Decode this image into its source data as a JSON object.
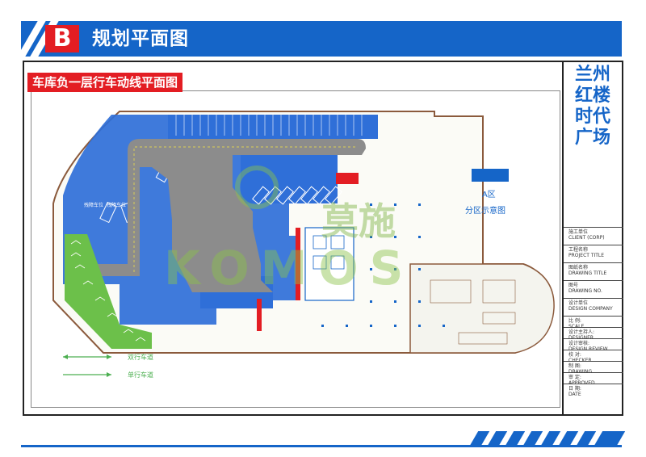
{
  "header": {
    "badge": "B",
    "title": "规划平面图"
  },
  "plan": {
    "title": "车库负一层行车动线平面图",
    "parking_labels": [
      "残障车位",
      "残障车位"
    ],
    "zone_label": "A区",
    "zone_caption": "分区示意图",
    "legend": [
      {
        "label": "双行车道"
      },
      {
        "label": "单行车道"
      }
    ],
    "watermark": {
      "brand_cn": "莫施",
      "brand_en": "KOMOS"
    }
  },
  "sidebar": {
    "project_name": "兰州红楼时代广场",
    "rows": [
      {
        "cn": "施工单位",
        "en": "CLIENT (CORP)"
      },
      {
        "cn": "工程名称",
        "en": "PROJECT TITLE"
      },
      {
        "cn": "图纸名称",
        "en": "DRAWING TITLE"
      },
      {
        "cn": "图号",
        "en": "DRAWING NO."
      },
      {
        "cn": "设计单位",
        "en": "DESIGN COMPANY"
      },
      {
        "cn": "比 例:",
        "en": "SCALE"
      },
      {
        "cn": "设计主持人:",
        "en": "DESIGNER"
      },
      {
        "cn": "设计审核:",
        "en": "DESIGN REVIEW"
      },
      {
        "cn": "校 对:",
        "en": "CHECKER"
      },
      {
        "cn": "制 图:",
        "en": "DRAWING"
      },
      {
        "cn": "审 定:",
        "en": "APPROVED"
      },
      {
        "cn": "日 期:",
        "en": "DATE"
      }
    ]
  },
  "colors": {
    "primary_blue": "#1565c8",
    "accent_red": "#e31d23",
    "lane_gray": "#8c8c8c",
    "parking_blue": "#2f6fd8",
    "lane_green": "#4caf50"
  }
}
